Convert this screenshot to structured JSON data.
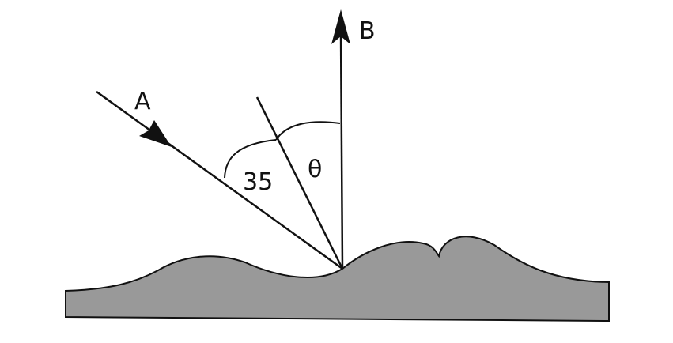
{
  "labels": {
    "ray_a": "A",
    "ray_b": "B",
    "angle_known": "35",
    "angle_unknown": "θ"
  },
  "colors": {
    "ground_fill": "#999999",
    "stroke": "#111111",
    "background": "#ffffff"
  }
}
